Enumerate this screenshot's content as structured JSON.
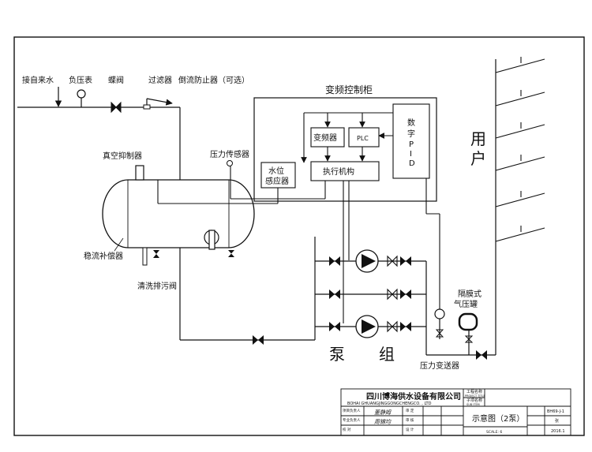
{
  "labels": {
    "water_supply": "接自来水",
    "negative_pressure_gauge": "负压表",
    "butterfly_valve": "蝶阀",
    "filter": "过滤器",
    "backflow_preventer": "倒流防止器（可选）",
    "control_cabinet": "变频控制柜",
    "vfd": "变频器",
    "plc": "PLC",
    "digital_pid": [
      "数",
      "字",
      "P",
      "I",
      "D"
    ],
    "water_level_sensor": [
      "水位",
      "感应器"
    ],
    "actuator": "执行机构",
    "vacuum_suppressor": "真空抑制器",
    "pressure_sensor": "压力传感器",
    "stabilizer_tank": "稳流补偿器",
    "drain_valve": "清洗排污阀",
    "pump_group": [
      "泵",
      "组"
    ],
    "pressure_transmitter": "压力变送器",
    "diaphragm_tank": [
      "隔膜式",
      "气压罐"
    ],
    "user": [
      "用",
      "户"
    ]
  },
  "title_block": {
    "company_cn": "四川博海供水设备有限公司",
    "company_en": "BOHAI GHUANGJINGGONGCHENGCO. , LTD",
    "drawing_title": "示意图（2泵）",
    "drawing_no": "BH69-J-1",
    "date": "2016.1",
    "scale_text": "SCALE: 6",
    "proj_name_label": "工程名称",
    "proj_name_label_en": "PROJECT TITLE",
    "subitem_label": "子项名称",
    "subitem_label_en": "SUB ITEM",
    "sheet_label": "张",
    "design_labels": [
      "项目负责人",
      "专业负责人",
      "审 定",
      "审 核",
      "设 计",
      "校 对"
    ],
    "sign_1": "董静姆",
    "sign_2": "周锦均"
  }
}
